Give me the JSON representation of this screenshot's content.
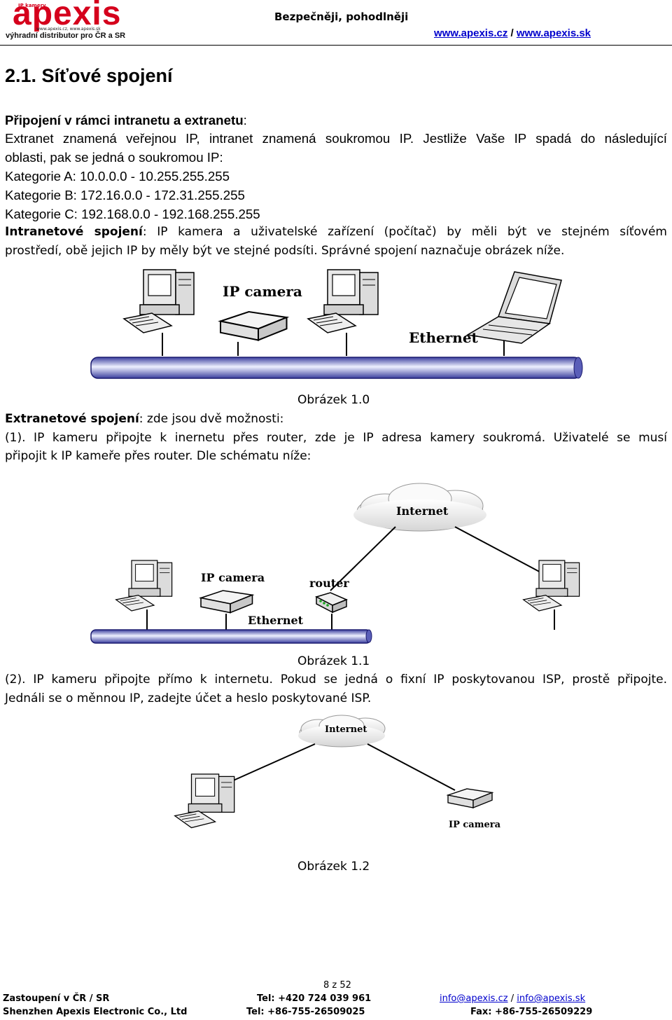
{
  "header": {
    "logo_tiny": "IP kamery",
    "logo_text": "apexis",
    "logo_web": "www.apexis.cz, www.apexis.sk",
    "logo_tagline": "výhradní distributor pro ČR a SR",
    "center_text": "Bezpečněji, pohodlněji",
    "link_cz": "www.apexis.cz",
    "link_sep": " / ",
    "link_sk": "www.apexis.sk"
  },
  "section": {
    "title": "2.1. Síťové spojení",
    "intro_heading": "Připojení v rámci intranetu a extranetu",
    "intro_heading_colon": ":",
    "intro_line1": "Extranet znamená veřejnou IP, intranet znamená soukromou IP. Jestliže Vaše IP spadá do následující",
    "intro_line2": "oblasti, pak se jedná o soukromou IP:",
    "cat_a": "Kategorie A: 10.0.0.0 - 10.255.255.255",
    "cat_b": "Kategorie B: 172.16.0.0 - 172.31.255.255",
    "cat_c": "Kategorie C: 192.168.0.0 - 192.168.255.255",
    "intranet_heading": "Intranetové spojení",
    "intranet_line1": ": IP kamera a uživatelské zařízení (počítač) by měli být ve stejném síťovém",
    "intranet_line2": "prostředí, obě jejich IP by měly být ve stejné podsíti. Správné spojení naznačuje obrázek níže.",
    "extranet_heading": "Extranetové spojení",
    "extranet_rest": ": zde jsou dvě možnosti:",
    "opt1_line1": "(1). IP kameru připojte k inernetu přes router, zde je IP adresa kamery soukromá. Uživatelé se musí",
    "opt1_line2": "připojit k IP kameře přes router. Dle schématu níže:",
    "opt2_line1": "(2). IP kameru připojte přímo k internetu. Pokud se jedná o fixní IP poskytovanou ISP, prostě připojte.",
    "opt2_line2": "Jednáli se o měnnou IP, zadejte účet a heslo poskytované ISP."
  },
  "figure1": {
    "label_camera": "IP camera",
    "label_ethernet": "Ethernet",
    "caption": "Obrázek 1.0"
  },
  "figure2": {
    "label_internet": "Internet",
    "label_camera": "IP camera",
    "label_router": "router",
    "label_ethernet": "Ethernet",
    "caption": "Obrázek 1.1"
  },
  "figure3": {
    "label_internet": "Internet",
    "label_camera": "IP camera",
    "caption": "Obrázek 1.2"
  },
  "footer": {
    "page": "8 z 52",
    "rep": "Zastoupení v ČR / SR",
    "tel_cz": "Tel: +420 724 039 961",
    "mail1": "info@apexis.cz",
    "mail_sep": " / ",
    "mail2": "info@apexis.sk",
    "company": "Shenzhen Apexis Electronic Co., Ltd",
    "tel_cn": "Tel: +86-755-26509025",
    "fax_cn": "Fax: +86-755-26509229"
  },
  "colors": {
    "brand_red": "#d5001c",
    "link_blue": "#0000cc"
  }
}
